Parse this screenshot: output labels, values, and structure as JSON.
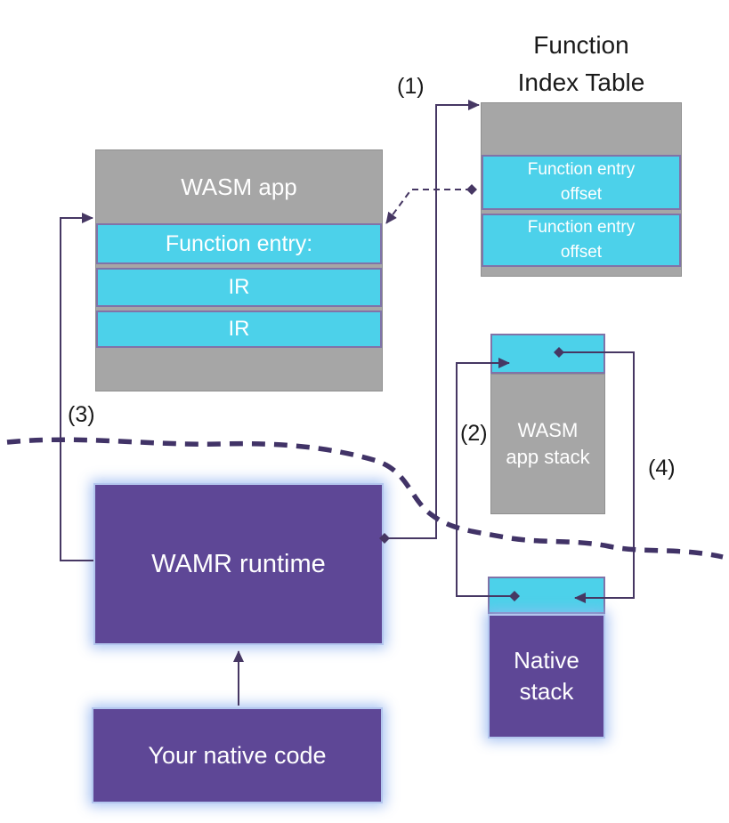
{
  "function_index_table": {
    "title": "Function\nIndex Table",
    "rows": [
      "Function entry\noffset",
      "Function entry\noffset"
    ]
  },
  "wasm_app": {
    "title": "WASM app",
    "rows": [
      "Function entry:",
      "IR",
      "IR"
    ]
  },
  "wasm_app_stack": {
    "label": "WASM\napp stack"
  },
  "native_stack": {
    "label": "Native\nstack"
  },
  "wamr_runtime": {
    "label": "WAMR runtime"
  },
  "native_code": {
    "label": "Your native code"
  },
  "annotations": {
    "a1": "(1)",
    "a2": "(2)",
    "a3": "(3)",
    "a4": "(4)"
  },
  "icons": {
    "arrowhead": "solid triangle arrow marker",
    "diamond": "solid diamond connector origin marker"
  },
  "colors": {
    "box_gray": "#a6a6a6",
    "box_cyan": "#4cd1ea",
    "box_purple": "#5e4796",
    "purple_glow": "#b3c6ee",
    "connector": "#463763",
    "wavy_divider": "#413367",
    "text_on_boxes": "#ffffff",
    "text_labels": "#1a1a1a"
  }
}
